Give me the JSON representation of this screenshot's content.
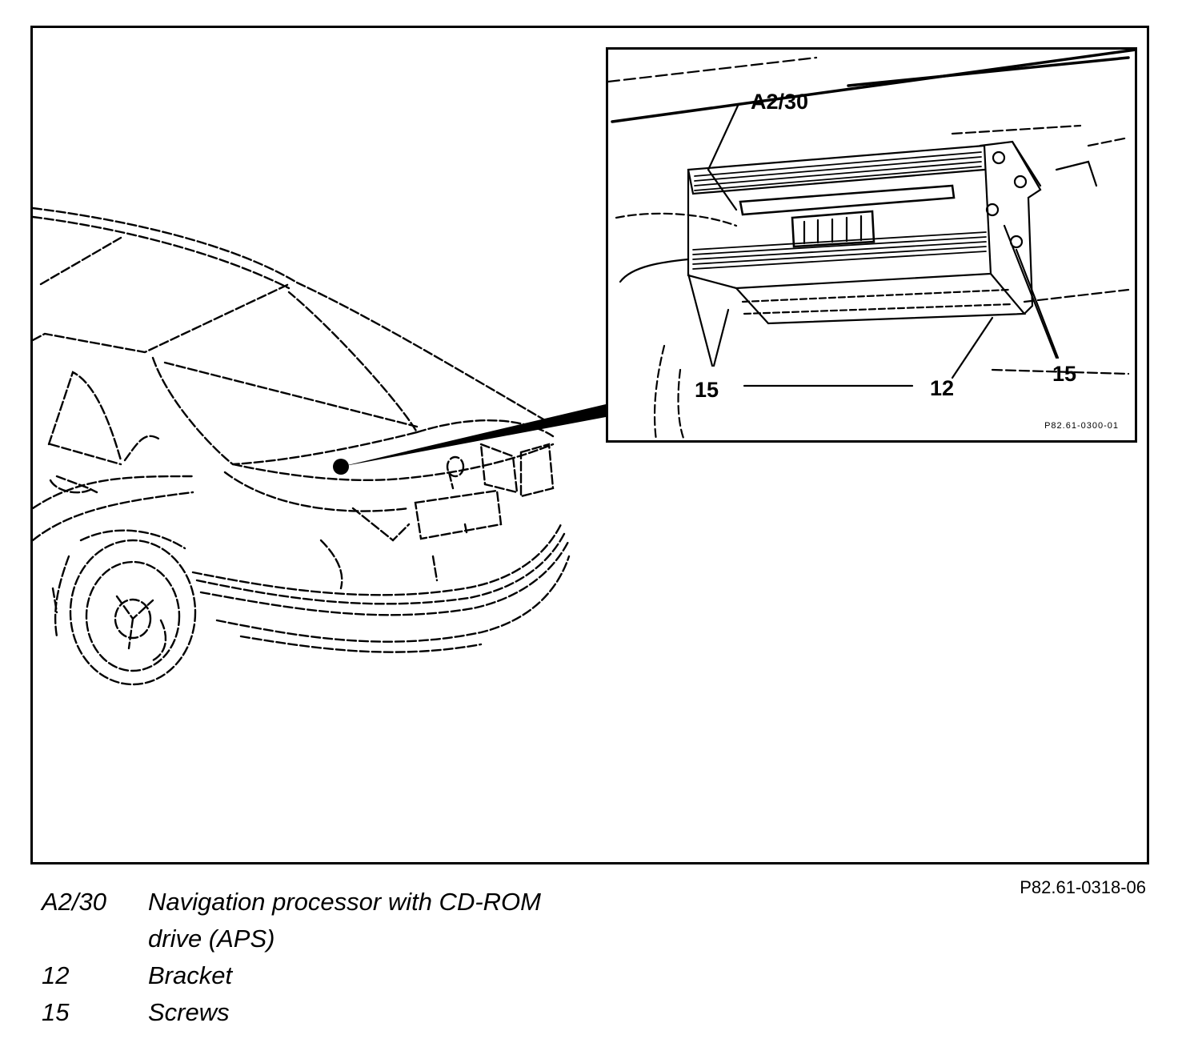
{
  "figure": {
    "callouts": {
      "a2_30": "A2/30",
      "screws_left": "15",
      "bracket": "12",
      "screws_right": "15"
    },
    "inset_code": "P82.61-0300-01",
    "figure_code": "P82.61-0318-06"
  },
  "legend": [
    {
      "code": "A2/30",
      "text": "Navigation processor with CD-ROM drive (APS)"
    },
    {
      "code": "12",
      "text": "Bracket"
    },
    {
      "code": "15",
      "text": "Screws"
    }
  ]
}
